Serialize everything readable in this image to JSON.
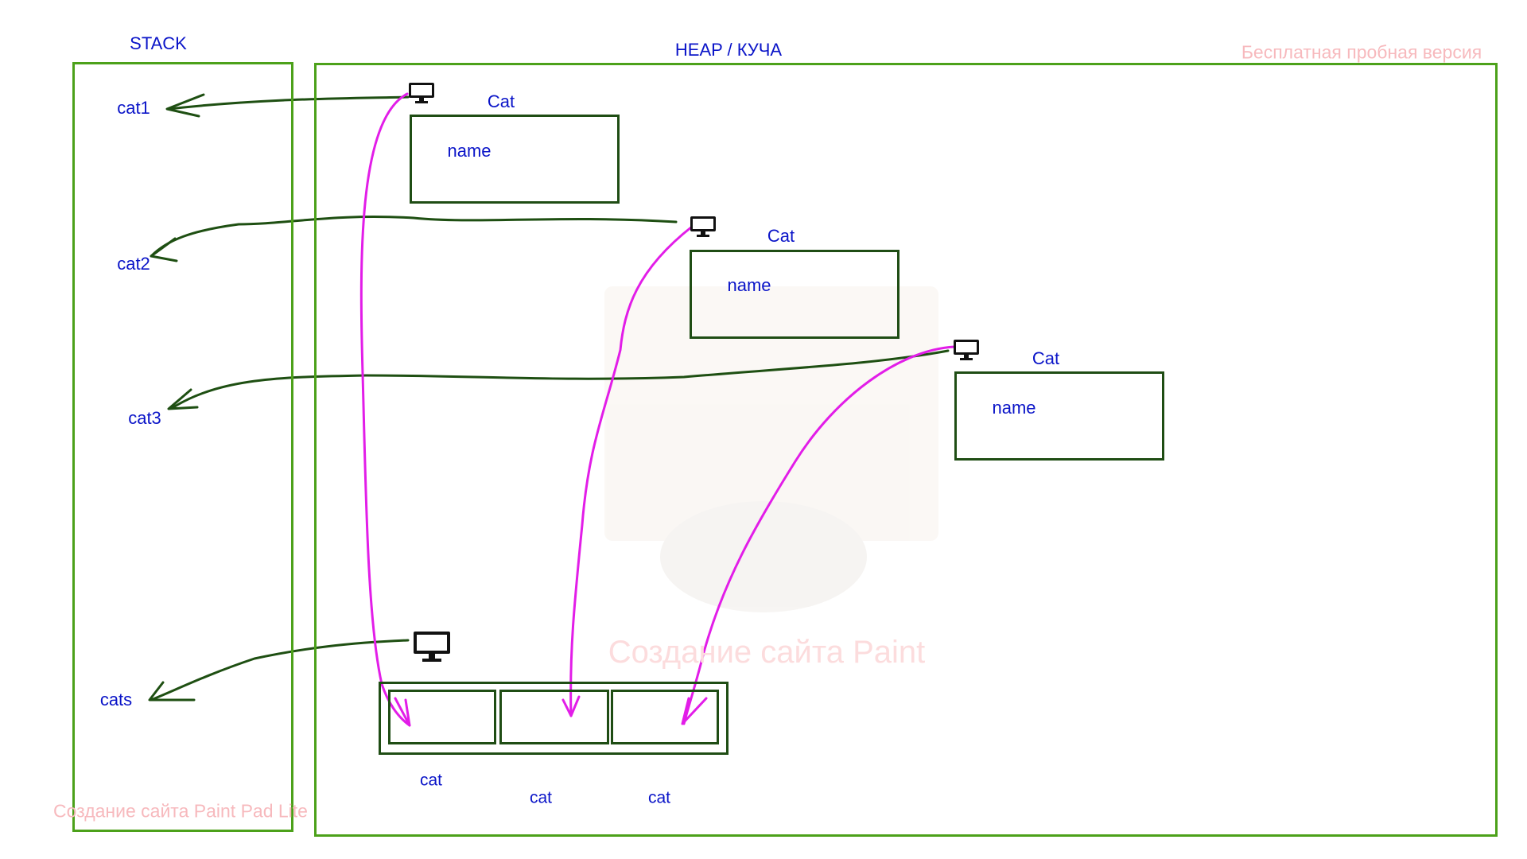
{
  "diagram": {
    "stack_title": "STACK",
    "heap_title": "HEAP / КУЧА",
    "stack_vars": [
      {
        "name": "cat1"
      },
      {
        "name": "cat2"
      },
      {
        "name": "cat3"
      },
      {
        "name": "cats"
      }
    ],
    "heap_objects": [
      {
        "class_name": "Cat",
        "field": "name"
      },
      {
        "class_name": "Cat",
        "field": "name"
      },
      {
        "class_name": "Cat",
        "field": "name"
      }
    ],
    "array": {
      "slot_labels": [
        "cat",
        "cat",
        "cat"
      ]
    },
    "reference_icon": "monitor-icon",
    "colors": {
      "region_border": "#4ca11a",
      "box_border": "#1f4d14",
      "stack_arrow": "#1e4f12",
      "array_arrow": "#e21de8",
      "text": "#0a14c8"
    }
  },
  "watermarks": {
    "top_right": "Бесплатная пробная версия",
    "center": "Создание сайта Paint",
    "bottom_left": "Создание сайта Paint Pad Lite"
  }
}
